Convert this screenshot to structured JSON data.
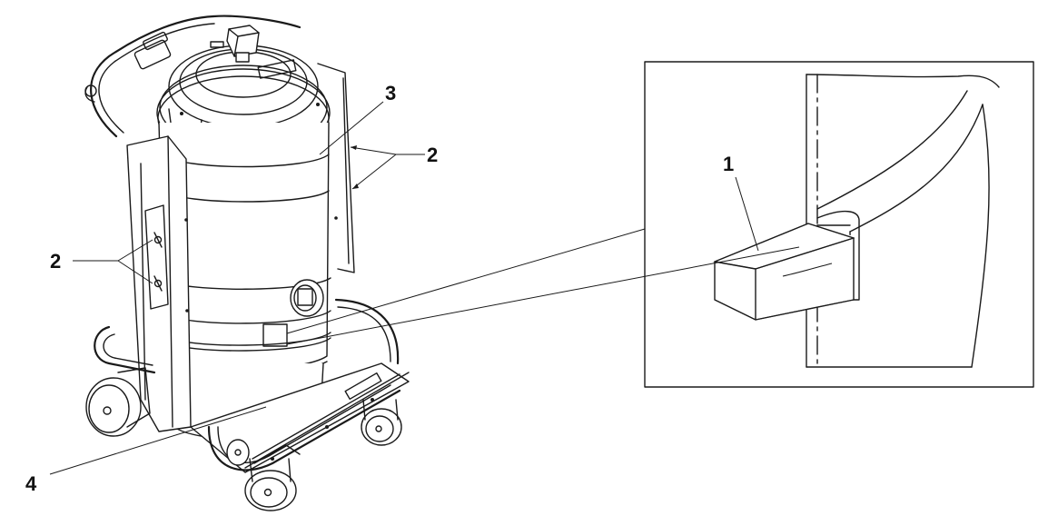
{
  "callouts": {
    "one": "1",
    "two_left": "2",
    "two_right": "2",
    "three": "3",
    "four": "4"
  },
  "colors": {
    "line": "#1a1a1a",
    "background": "#ffffff"
  }
}
